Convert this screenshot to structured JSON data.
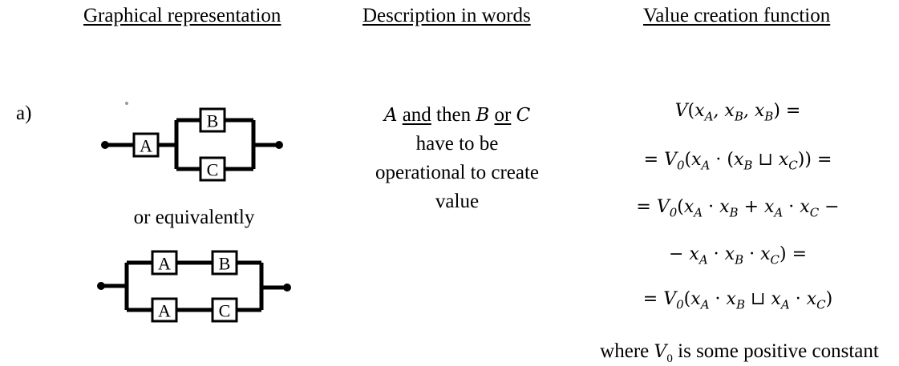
{
  "headers": {
    "graphical": "Graphical representation",
    "description": "Description in words",
    "value_function": "Value creation function"
  },
  "row": {
    "label": "a)",
    "diagram1": {
      "blocks": [
        "A",
        "B",
        "C"
      ]
    },
    "or_equivalently": "or equivalently",
    "diagram2": {
      "blocks": [
        "A",
        "B",
        "A",
        "C"
      ]
    },
    "description": {
      "var_a": "A",
      "and": "and",
      "then": " then ",
      "var_b": "B",
      "or": "or",
      "var_c": "C",
      "line2": "have to be",
      "line3": "operational to create",
      "line4": "value"
    },
    "math_lines": [
      "V(x_A, x_B, x_B) =",
      "= V_0(x_A · (x_B ⊔ x_C)) =",
      "= V_0(x_A · x_B + x_A · x_C −",
      "−x_A · x_B · x_C) =",
      "= V_0(x_A · x_B ⊔ x_A · x_C)"
    ],
    "footnote": {
      "prefix": "where ",
      "var": "V",
      "sub": "0",
      "suffix": " is some positive constant"
    }
  }
}
